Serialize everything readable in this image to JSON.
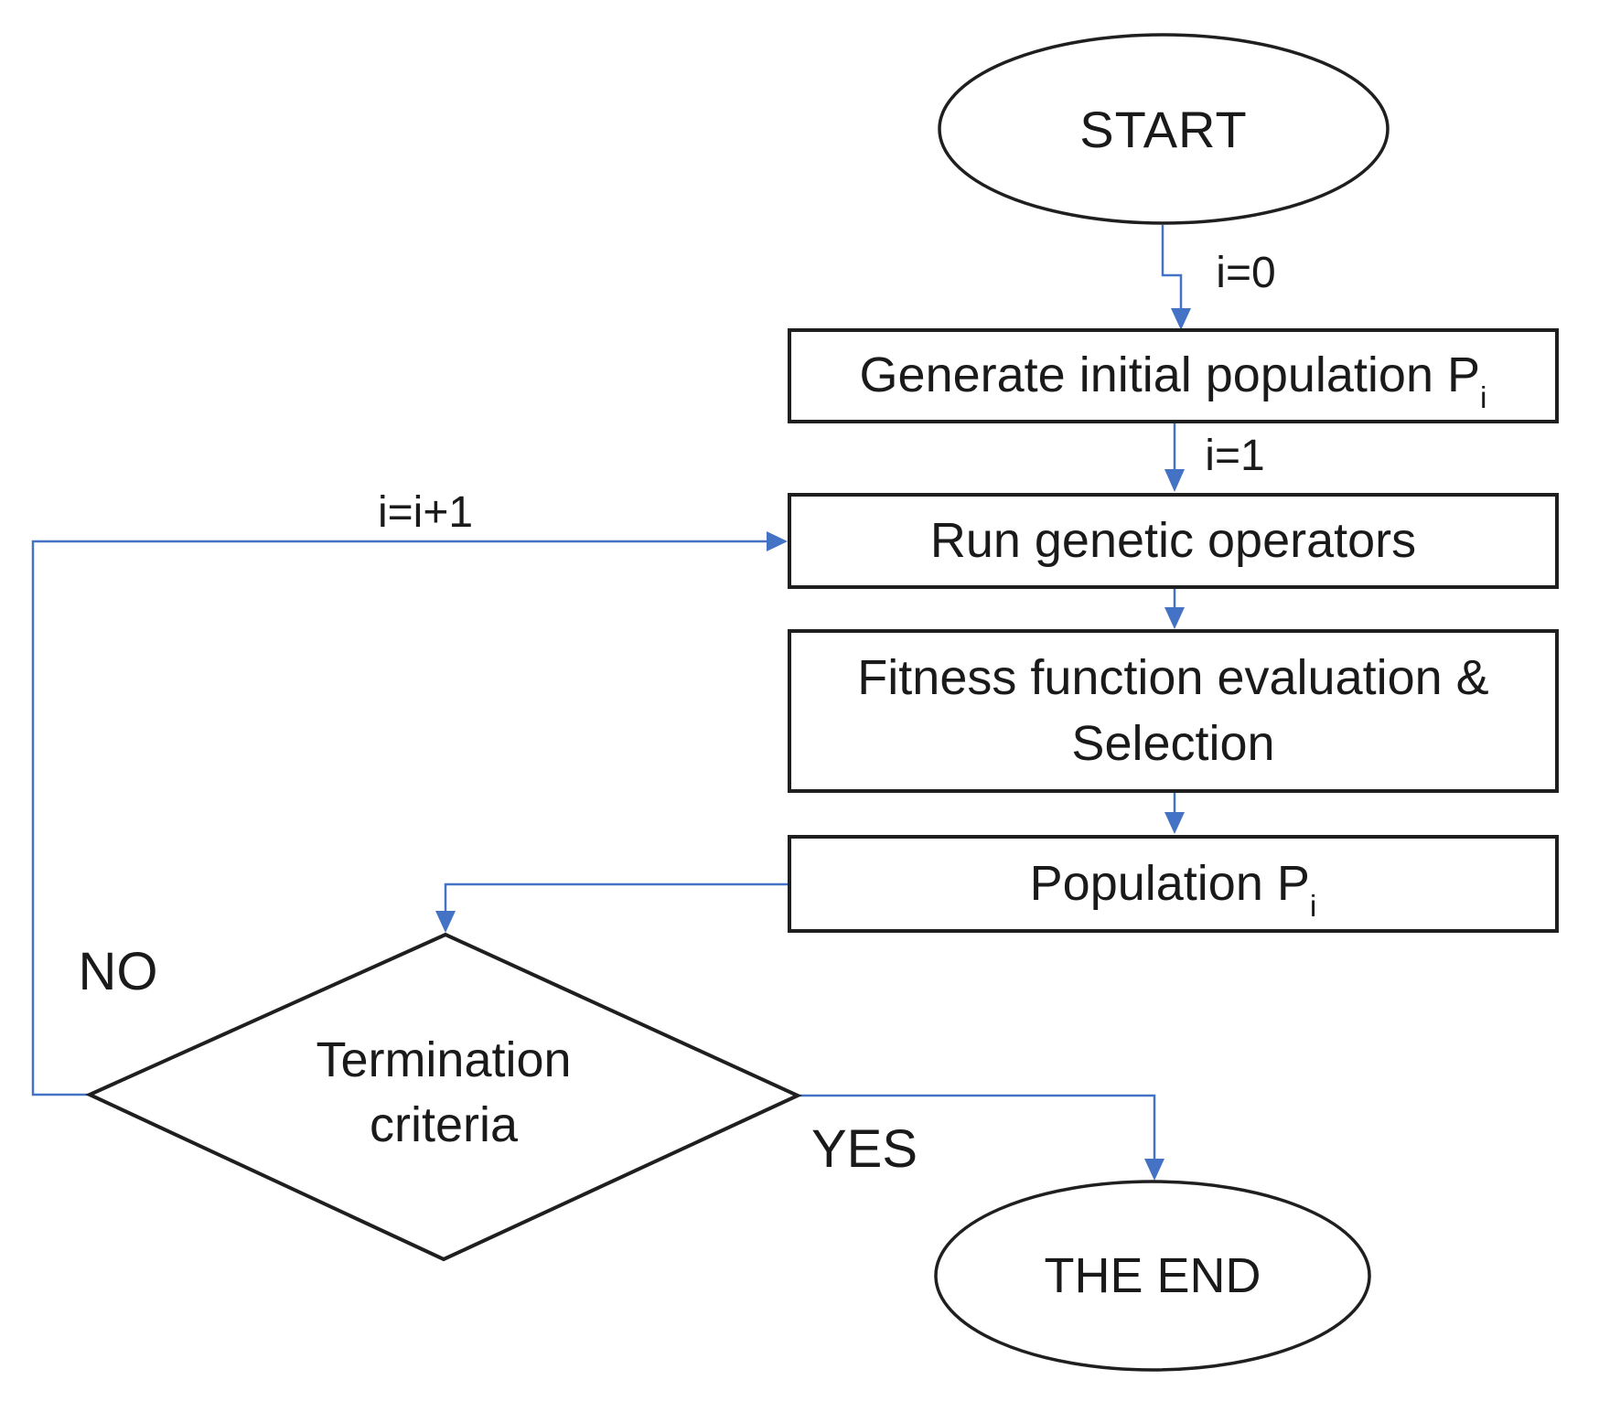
{
  "diagram": {
    "type": "flowchart",
    "colors": {
      "connector_blue": "#4472C4",
      "shape_outline": "#1f1f1f",
      "text": "#1a1a1a",
      "background": "#ffffff"
    },
    "nodes": {
      "start": {
        "shape": "ellipse",
        "label": "START"
      },
      "generate_population": {
        "shape": "rectangle",
        "label": "Generate initial population P",
        "subscript": "i"
      },
      "run_operators": {
        "shape": "rectangle",
        "label": "Run genetic operators"
      },
      "fitness_selection": {
        "shape": "rectangle",
        "line1": "Fitness function evaluation &",
        "line2": "Selection"
      },
      "population": {
        "shape": "rectangle",
        "label": "Population P",
        "subscript": "i"
      },
      "termination": {
        "shape": "diamond",
        "line1": "Termination",
        "line2": "criteria"
      },
      "the_end": {
        "shape": "ellipse",
        "label": "THE END"
      }
    },
    "edge_labels": {
      "init": "i=0",
      "first_iteration": "i=1",
      "increment": "i=i+1",
      "no": "NO",
      "yes": "YES"
    }
  }
}
